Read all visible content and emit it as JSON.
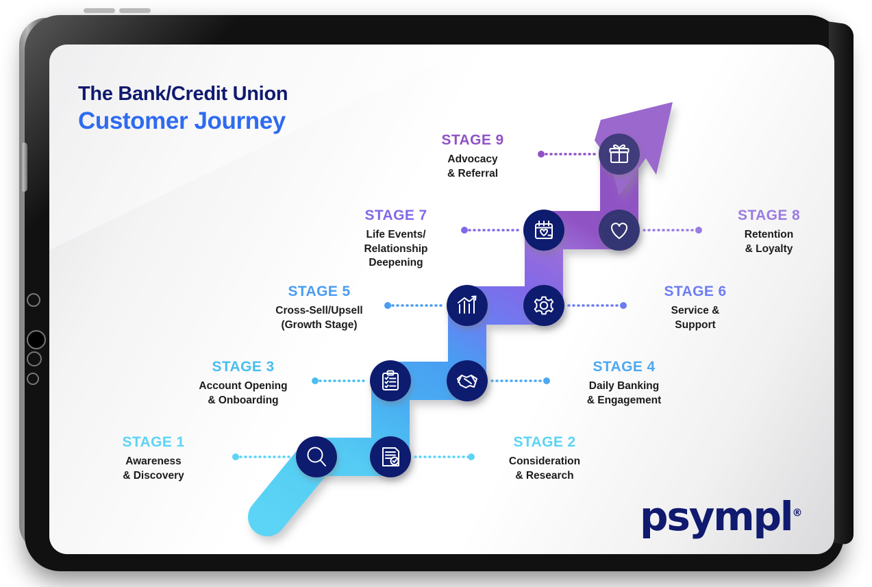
{
  "title": {
    "line1": "The Bank/Credit Union",
    "line2": "Customer Journey",
    "line1_color": "#101a6e",
    "line2_color": "#2e6bf0"
  },
  "brand": {
    "logo_text": "psympl",
    "registered_mark": "®",
    "logo_color": "#101a6e"
  },
  "stages": [
    {
      "id": 1,
      "title": "STAGE 1",
      "sub_line1": "Awareness",
      "sub_line2": "& Discovery",
      "icon": "magnifier-icon",
      "accent": "#5BD4F5",
      "side": "left"
    },
    {
      "id": 2,
      "title": "STAGE 2",
      "sub_line1": "Consideration",
      "sub_line2": "& Research",
      "icon": "document-check-icon",
      "accent": "#5BD4F5",
      "side": "right"
    },
    {
      "id": 3,
      "title": "STAGE 3",
      "sub_line1": "Account Opening",
      "sub_line2": "& Onboarding",
      "icon": "clipboard-checklist-icon",
      "accent": "#49BEEF",
      "side": "left"
    },
    {
      "id": 4,
      "title": "STAGE 4",
      "sub_line1": "Daily Banking",
      "sub_line2": "& Engagement",
      "icon": "handshake-icon",
      "accent": "#4EA8F0",
      "side": "right"
    },
    {
      "id": 5,
      "title": "STAGE 5",
      "sub_line1": "Cross-Sell/Upsell",
      "sub_line2": "(Growth Stage)",
      "icon": "growth-chart-icon",
      "accent": "#4A9CF2",
      "side": "left"
    },
    {
      "id": 6,
      "title": "STAGE 6",
      "sub_line1": "Service &",
      "sub_line2": "Support",
      "icon": "gear-icon",
      "accent": "#6C7DF2",
      "side": "right"
    },
    {
      "id": 7,
      "title": "STAGE 7",
      "sub_line1": "Life Events/",
      "sub_line2": "Relationship",
      "sub_line3": "Deepening",
      "icon": "calendar-heart-icon",
      "accent": "#8268E8",
      "side": "left"
    },
    {
      "id": 8,
      "title": "STAGE 8",
      "sub_line1": "Retention",
      "sub_line2": "& Loyalty",
      "icon": "heart-icon",
      "accent": "#9B7BE0",
      "side": "right"
    },
    {
      "id": 9,
      "title": "STAGE 9",
      "sub_line1": "Advocacy",
      "sub_line2": "& Referral",
      "icon": "gift-icon",
      "accent": "#9052C4",
      "side": "left"
    }
  ],
  "palette": {
    "node_fill": "#101a6e",
    "path_start": "#5BD4F5",
    "path_mid": "#4A9CF2",
    "path_end": "#9052C4",
    "screen_bg": "#ffffff",
    "device_body": "#111111"
  },
  "device": {
    "type": "tablet",
    "orientation": "landscape"
  }
}
